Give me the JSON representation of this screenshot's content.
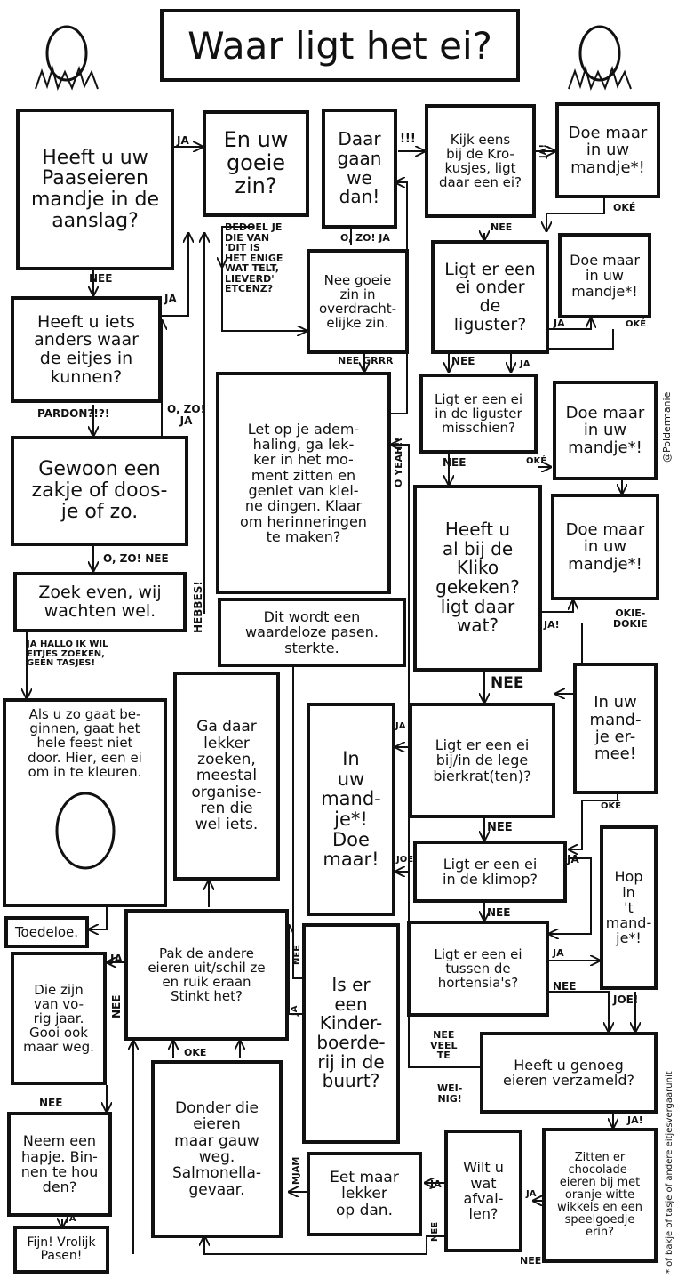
{
  "title": "Waar ligt het ei?",
  "credit": "@Poldermanie",
  "footnote": "* of bakje of tasje of andere eitjesvergaarunit",
  "nodes": {
    "q_paaseieren": "Heeft u uw\nPaaseieren\nmandje in de\naanslag?",
    "q_iets_anders": "Heeft u iets\nanders waar\nde eitjes in\nkunnen?",
    "gewoon_zakje": "Gewoon een\nzakje of doos-\nje of zo.",
    "zoek_even": "Zoek even, wij\nwachten wel.",
    "als_u_zo": "Als u zo gaat be-\nginnen, gaat het\nhele feest niet\ndoor. Hier, een ei\nom in te kleuren.",
    "toedeloe": "Toedeloe.",
    "vorig_jaar": "Die zijn\nvan vo-\nrig jaar.\nGooi ook\nmaar weg.",
    "hapje": "Neem een\nhapje. Bin-\nnen te hou\nden?",
    "fijn_pasen": "Fijn! Vrolijk\nPasen!",
    "goeie_zin": "En uw\ngoeie\nzin?",
    "bedoel_je": "BEDOEL JE\nDIE VAN\n'DIT IS\nHET ENIGE\nWAT TELT,\nLIEVERD'\nETCENZ?",
    "nee_goeie_zin": "Nee goeie\nzin in\noverdracht-\nelijke zin.",
    "let_op": "Let op je adem-\nhaling, ga lek-\nker in het mo-\nment zitten en\ngeniet van klei-\nne dingen. Klaar\nom herinneringen\nte maken?",
    "waardeloze": "Dit wordt een\nwaardeloze pasen.\nsterkte.",
    "ga_daar": "Ga daar\nlekker\nzoeken,\nmeestal\norganise-\nren die\nwel iets.",
    "pak_andere": "Pak de andere\neieren uit/schil ze\nen ruik eraan\nStinkt het?",
    "donder": "Donder die\neieren\nmaar gauw\nweg.\nSalmonella-\ngevaar.",
    "daar_gaan": "Daar\ngaan\nwe\ndan!",
    "kijk_krokusjes": "Kijk eens\nbij de Kro-\nkusjes, ligt\ndaar een ei?",
    "doe_maar_1": "Doe maar\nin uw\nmandje*!",
    "ligt_liguster": "Ligt er een\nei onder\nde liguster?",
    "doe_maar_2": "Doe maar\nin uw\nmandje*!",
    "liguster_misschien": "Ligt er een ei\nin de liguster\nmisschien?",
    "doe_maar_3": "Doe maar\nin uw\nmandje*!",
    "kliko": "Heeft u\nal bij de\nKliko\ngekeken?\nligt daar wat?",
    "doe_maar_4": "Doe maar\nin uw\nmandje*!",
    "in_uw_mandje_ermee": "In uw\nmand-\nje er-\nmee!",
    "in_uw_mandje_doe": "In\nuw\nmand-\nje*!\nDoe\nmaar!",
    "bierkrat": "Ligt er een ei\nbij/in de lege\nbierkrat(ten)?",
    "klimop": "Ligt er een ei\nin de klimop?",
    "hop": "Hop\nin\n't\nmand-\nje*!",
    "hortensias": "Ligt er een ei\ntussen de\nhortensia's?",
    "kinderboerderij": "Is er\neen\nKinder-\nboerde-\nrij in de\nbuurt?",
    "genoeg": "Heeft u genoeg\neieren verzameld?",
    "eet_maar": "Eet maar\nlekker\nop dan.",
    "afvallen": "Wilt u\nwat\nafval-\nlen?",
    "chocolade": "Zitten er\nchocolade-\neieren bij met\noranje-witte\nwikkels en een\nspeelgoedje\nerin?"
  },
  "labels": {
    "ja_1": "JA",
    "nee_1": "NEE",
    "ja_2": "JA",
    "pardon": "PARDON?!?!",
    "ozo_ja": "O, ZO!\nJA",
    "ozo_nee": "O, ZO! NEE",
    "hebbes": "HEBBES!",
    "ja_hallo": "JA HALLO IK WIL\nEITJES ZOEKEN,\nGEEN TASJES!",
    "ja_3": "JA",
    "nee_2": "NEE",
    "nee_3": "NEE",
    "ja_4": "JA",
    "ozo_ja_2": "O, ZO! JA",
    "nee_grrr": "NEE GRRR",
    "oyeah": "O YEAH!!",
    "excl": "!!!",
    "ja_5": "JA!",
    "oke_1": "OKÉ",
    "nee_4": "NEE",
    "ja_6": "JA",
    "oke_2": "OKÉ",
    "nee_5": "NEE",
    "ja_7": "JA",
    "nee_6": "NEE",
    "oke_3": "OKÉ",
    "ja_8": "JA!",
    "okiedokie": "OKIE-\nDOKIE",
    "nee_7": "NEE",
    "ja_9": "JA",
    "oke_4": "OKÉ",
    "nee_8": "NEE",
    "joe_1": "JOE",
    "ja_10": "JA",
    "nee_9": "NEE",
    "ja_11": "JA",
    "nee_10": "NEE",
    "joe_2": "JOE!",
    "nee_11": "NEE",
    "ja_12": "JA",
    "nee_veel": "NEE\nVEEL\nTE",
    "weinig": "WEI-\nNIG!",
    "ja_13": "JA!",
    "oke_5": "OKE",
    "mjam": "MJAM",
    "ja_14": "JA",
    "nee_12": "NEE",
    "ja_15": "JA",
    "nee_13": "NEE"
  }
}
